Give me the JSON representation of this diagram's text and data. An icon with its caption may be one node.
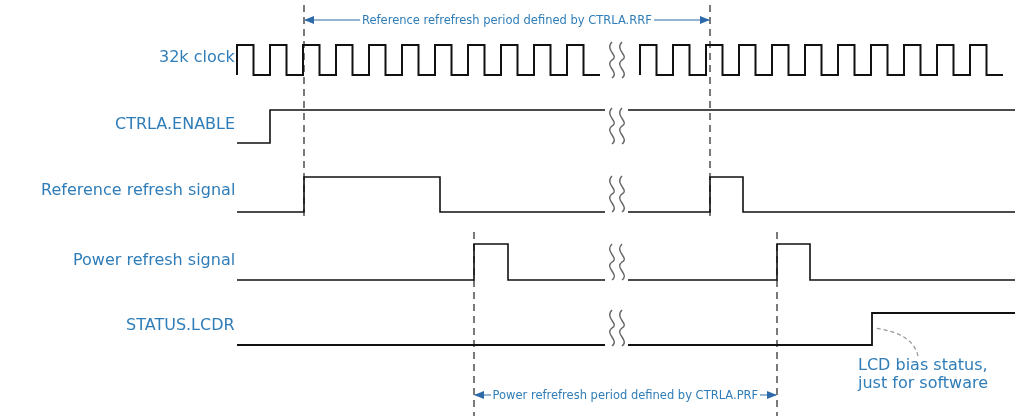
{
  "diagram": {
    "nodes": [
      {
        "text": [
          "LCD bias status, just for software"
        ]
      },
      {
        "text": [],
        "shape": "line"
      }
    ],
    "edges": [
      {
        "from": 0,
        "to": 1,
        "arrow": "none",
        "style": "dashed"
      }
    ],
    "labels": [
      "Reference refrefresh period defined by CTRLA.RRF",
      "32k clock",
      "CTRLA.ENABLE",
      "Reference refresh signal",
      "Power refresh signal",
      "STATUS.LCDR",
      "Power refrefresh period defined by CTRLA.PRF"
    ]
  }
}
